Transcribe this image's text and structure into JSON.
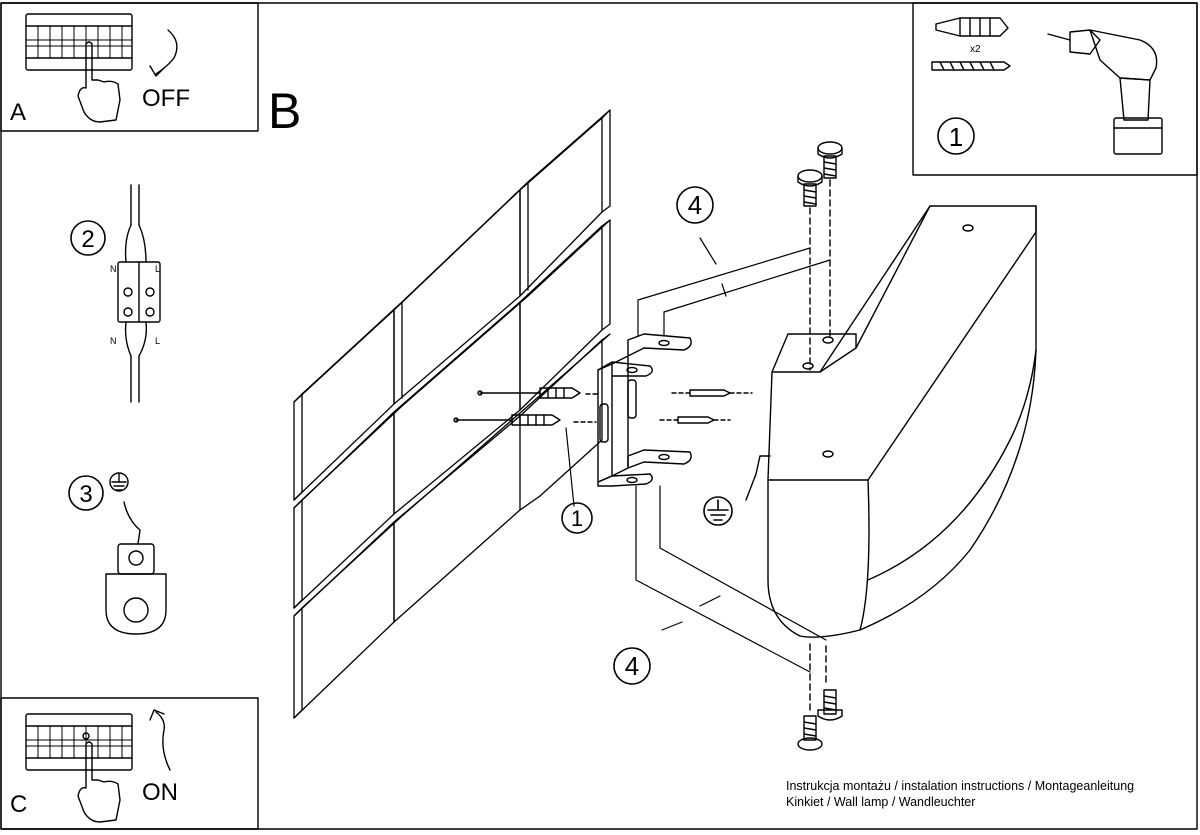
{
  "panels": {
    "a": {
      "letter": "A",
      "state": "OFF"
    },
    "b": {
      "letter": "B"
    },
    "c": {
      "letter": "C",
      "state": "ON"
    }
  },
  "steps": {
    "s1_top": "1",
    "s1_bracket": "1",
    "s2": "2",
    "s3": "3",
    "s4_top": "4",
    "s4_bottom": "4"
  },
  "tools": {
    "anchor_qty": "x2"
  },
  "wiring": {
    "n_top": "N",
    "l_top": "L",
    "n_bottom": "N",
    "l_bottom": "L"
  },
  "caption": {
    "line1": "Instrukcja montażu / instalation instructions / Montageanleitung",
    "line2": "Kinkiet / Wall lamp / Wandleuchter"
  }
}
